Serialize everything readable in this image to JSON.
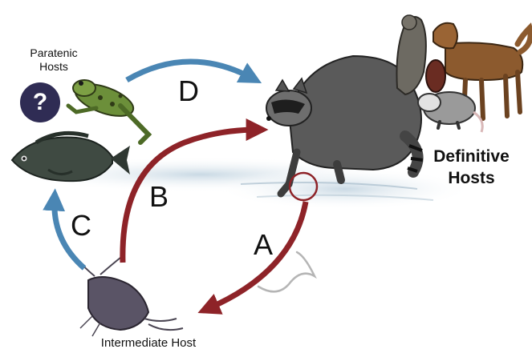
{
  "labels": {
    "paratenic_hosts": "Paratenic\nHosts",
    "question_mark": "?",
    "definitive_hosts": "Definitive\nHosts",
    "intermediate_host": "Intermediate Host"
  },
  "arrows": {
    "A": "A",
    "B": "B",
    "C": "C",
    "D": "D"
  },
  "colors": {
    "blue_arrow": "#4a86b4",
    "red_arrow": "#8e2328",
    "question_circle": "#2f2c54",
    "water": "#d7e3ea"
  }
}
